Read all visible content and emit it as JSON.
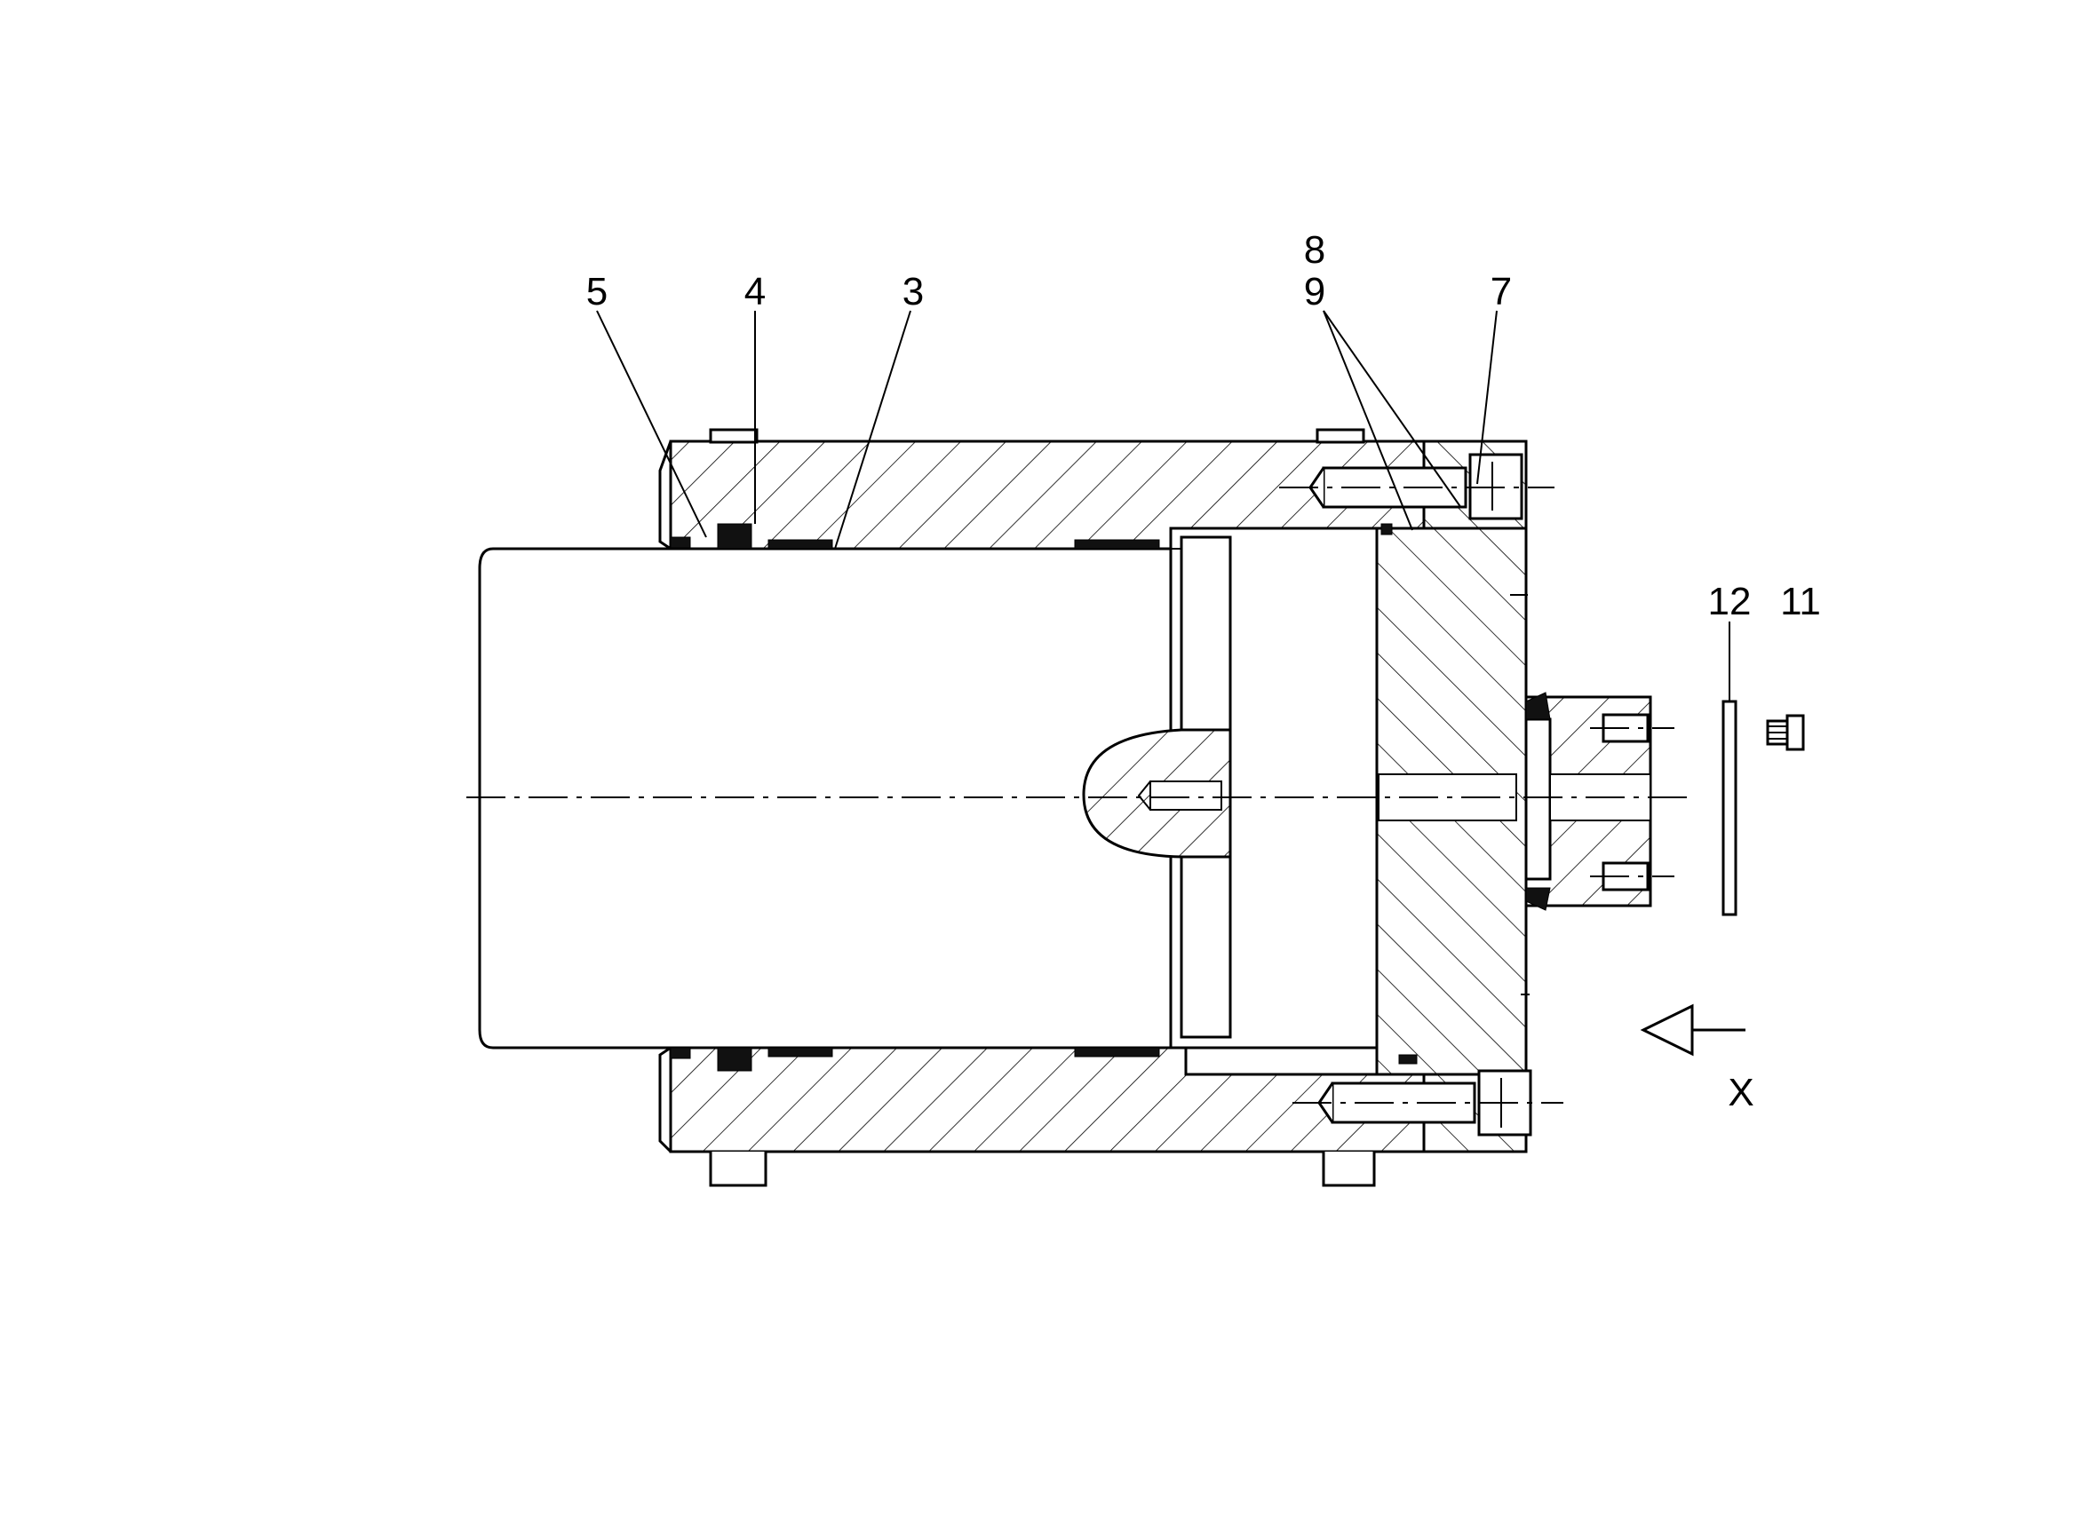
{
  "part_labels": [
    {
      "id": "5",
      "text": "5"
    },
    {
      "id": "4",
      "text": "4"
    },
    {
      "id": "3",
      "text": "3"
    },
    {
      "id": "8",
      "text": "8"
    },
    {
      "id": "9",
      "text": "9"
    },
    {
      "id": "7",
      "text": "7"
    },
    {
      "id": "12",
      "text": "12"
    },
    {
      "id": "11",
      "text": "11"
    }
  ],
  "view_label": "X",
  "colors": {
    "line": "#000000",
    "background": "#ffffff"
  }
}
